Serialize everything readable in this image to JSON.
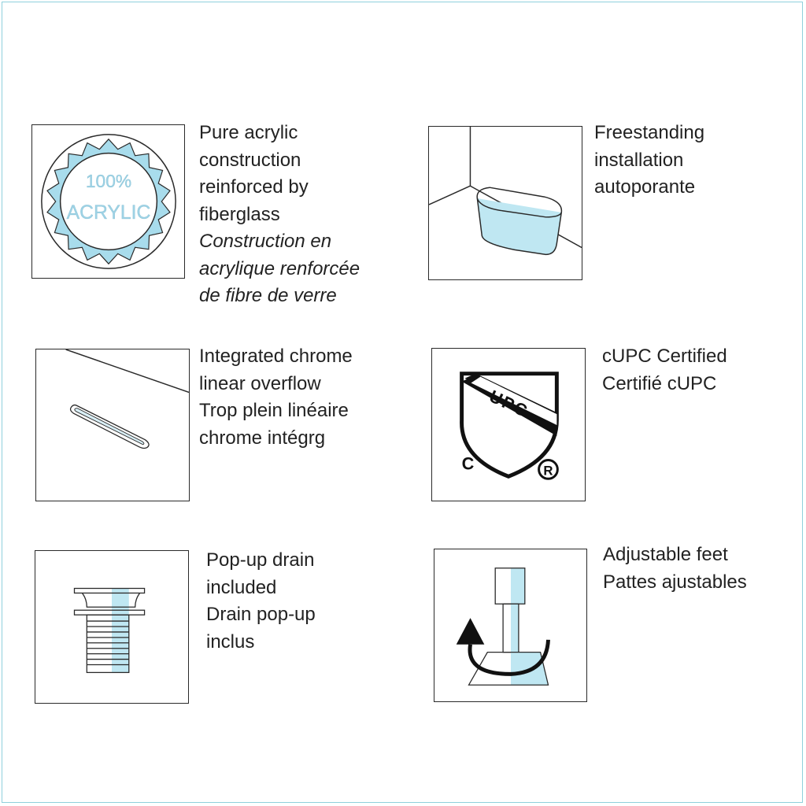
{
  "colors": {
    "accent_blue": "#a8dcec",
    "frame_border": "#8fd0dc",
    "line": "#2a2a2a"
  },
  "features": [
    {
      "icon": "acrylic-seal-icon",
      "badge_line1": "100%",
      "badge_line2": "ACRYLIC",
      "lines": [
        "Pure acrylic",
        "construction",
        "reinforced by",
        "fiberglass"
      ],
      "lines_fr": [
        "Construction en",
        "acrylique renforcée",
        "de fibre de verre"
      ]
    },
    {
      "icon": "freestanding-tub-icon",
      "lines": [
        "Freestanding",
        "installation",
        "autoporante"
      ]
    },
    {
      "icon": "linear-overflow-icon",
      "lines": [
        "Integrated chrome",
        "linear overflow",
        "Trop plein linéaire",
        "chrome intégrg"
      ]
    },
    {
      "icon": "cupc-shield-icon",
      "badge_text": "UPC",
      "badge_c": "C",
      "badge_r": "R",
      "lines": [
        "cUPC Certified",
        "Certifié cUPC"
      ]
    },
    {
      "icon": "popup-drain-icon",
      "lines": [
        "Pop-up drain",
        "included",
        "Drain pop-up",
        "inclus"
      ]
    },
    {
      "icon": "adjustable-feet-icon",
      "lines": [
        "Adjustable feet",
        "Pattes ajustables"
      ]
    }
  ]
}
